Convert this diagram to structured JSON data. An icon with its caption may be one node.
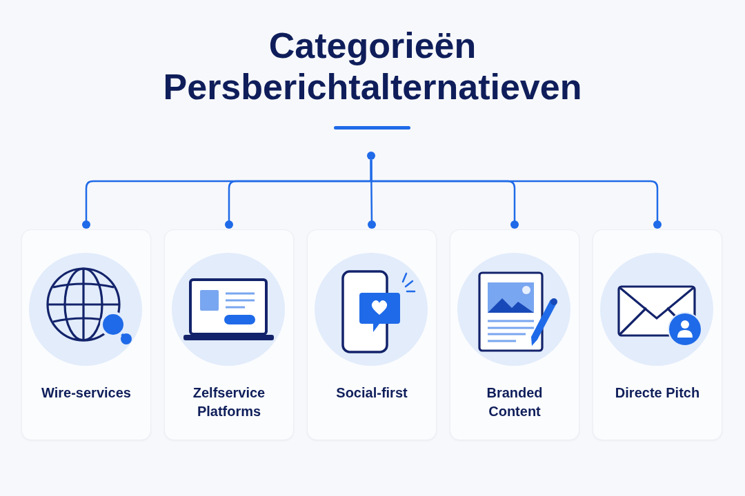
{
  "diagram": {
    "title": "Categorieën Persberichtalternatieven",
    "nodes": [
      {
        "text": [],
        "shape": "circle"
      },
      {
        "text": [
          "Wire-services"
        ]
      },
      {
        "text": [
          "Zelfservice Platforms"
        ]
      },
      {
        "text": [
          "Social-first"
        ]
      },
      {
        "text": [
          "Branded Content"
        ]
      },
      {
        "text": [
          "Directe Pitch"
        ]
      }
    ],
    "edges": [
      {
        "from": 0,
        "to": 1,
        "arrow": "other"
      },
      {
        "from": 0,
        "to": 2,
        "arrow": "other"
      },
      {
        "from": 0,
        "to": 3,
        "arrow": "other"
      },
      {
        "from": 0,
        "to": 4,
        "arrow": "other"
      },
      {
        "from": 0,
        "to": 5,
        "arrow": "other"
      }
    ]
  }
}
